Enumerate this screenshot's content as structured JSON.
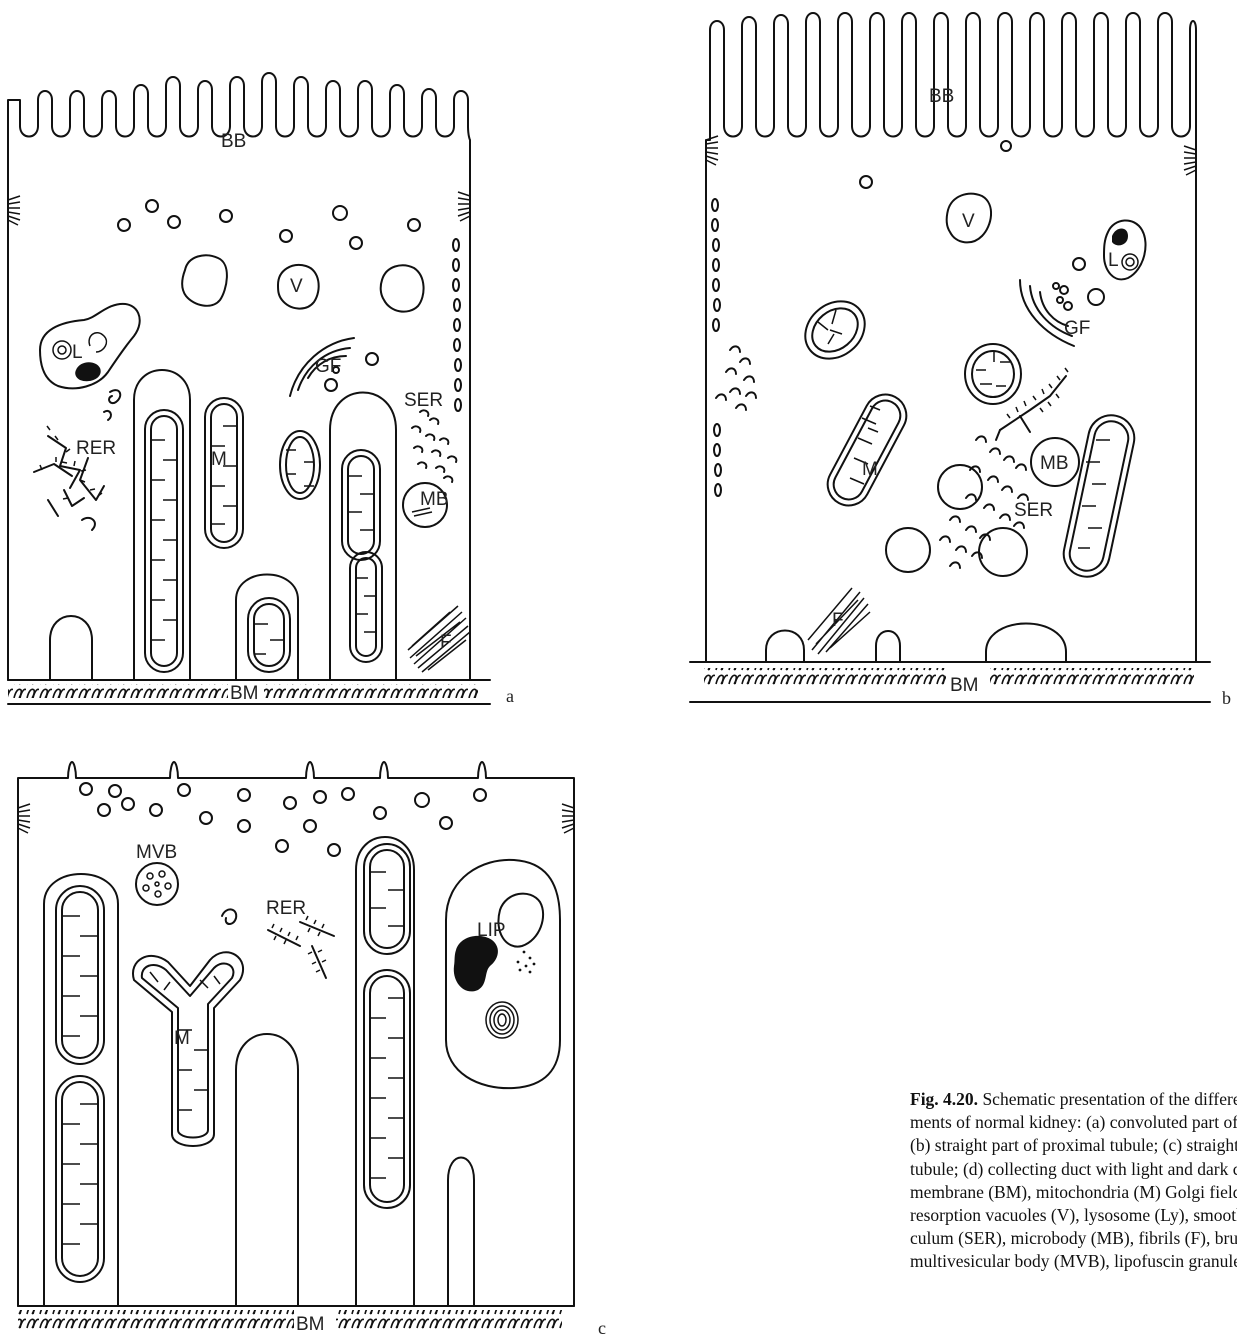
{
  "panels": {
    "a": {
      "letter": "a",
      "labels": {
        "bb": "BB",
        "bm": "BM",
        "v": "V",
        "l": "L",
        "gf": "GF",
        "rer": "RER",
        "ser": "SER",
        "mb": "MB",
        "m": "M",
        "f": "F"
      }
    },
    "b": {
      "letter": "b",
      "labels": {
        "bb": "BB",
        "bm": "BM",
        "v": "V",
        "l": "L",
        "gf": "GF",
        "mb": "MB",
        "ser": "SER",
        "m": "M",
        "f": "F"
      }
    },
    "c": {
      "letter": "c",
      "labels": {
        "bm": "BM",
        "mvb": "MVB",
        "rer": "RER",
        "lip": "LIP",
        "m": "M"
      }
    }
  },
  "caption": {
    "fig": "Fig. 4.20.",
    "lines": [
      "Schematic presentation of the different tul",
      "ments of normal kidney: (a) convoluted part of proxim",
      "(b) straight part of proximal tubule; (c) straight part",
      "tubule; (d) collecting duct with light and dark cells.",
      "membrane (BM), mitochondria (M) Golgi field (GF),",
      "resorption vacuoles (V), lysosome (Ly), smooth endopla",
      "culum (SER), microbody (MB), fibrils (F), brush bor",
      "multivesicular body (MVB), lipofuscin granules (LIP)"
    ]
  }
}
